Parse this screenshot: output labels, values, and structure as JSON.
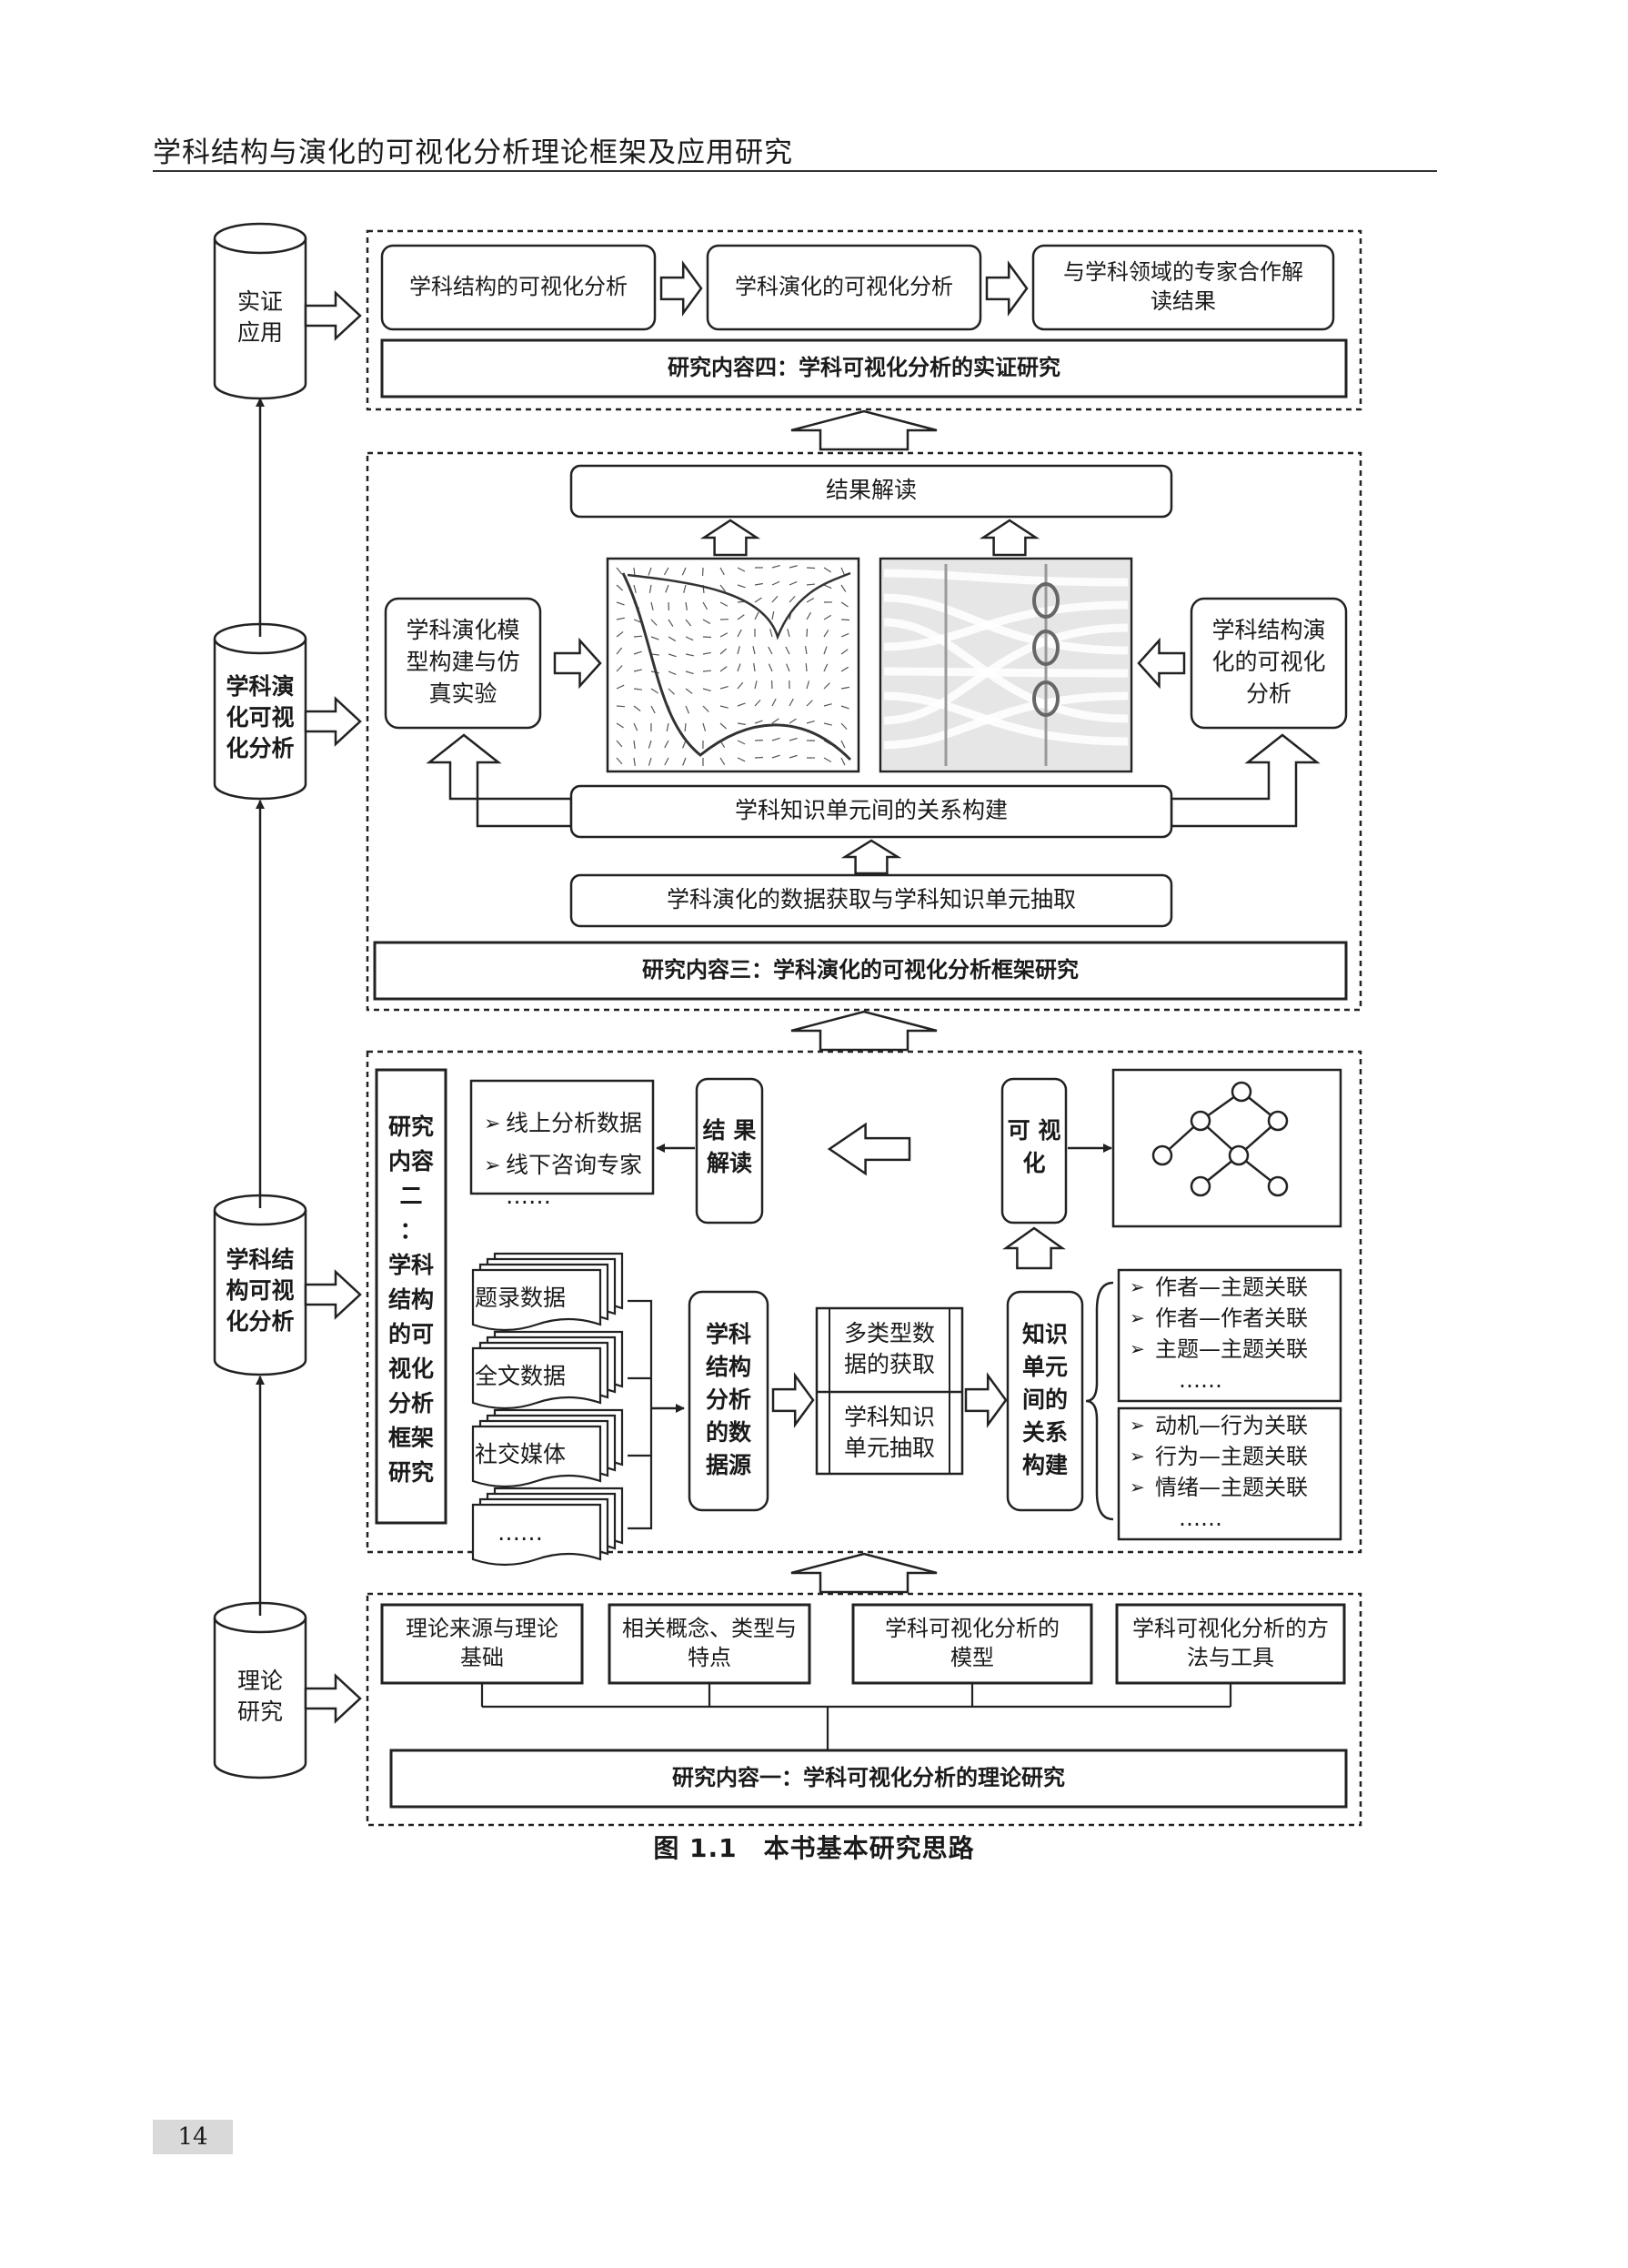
{
  "running_head": "学科结构与演化的可视化分析理论框架及应用研究",
  "caption": "图 1.1　本书基本研究思路",
  "page_number": "14",
  "left_cylinders": [
    [
      "实证",
      "应用"
    ],
    [
      "学科演",
      "化可视",
      "化分析"
    ],
    [
      "学科结",
      "构可视",
      "化分析"
    ],
    [
      "理论",
      "研究"
    ]
  ],
  "section4": {
    "steps": [
      [
        "学科结构的可视化分析"
      ],
      [
        "学科演化的可视化分析"
      ],
      [
        "与学科领域的专家合作解",
        "读结果"
      ]
    ],
    "title": "研究内容四：学科可视化分析的实证研究"
  },
  "section3": {
    "result": "结果解读",
    "left_box": [
      "学科演化模",
      "型构建与仿",
      "真实验"
    ],
    "right_box": [
      "学科结构演",
      "化的可视化",
      "分析"
    ],
    "relation": "学科知识单元间的关系构建",
    "extraction": "学科演化的数据获取与学科知识单元抽取",
    "title": "研究内容三：学科演化的可视化分析框架研究"
  },
  "section2": {
    "side_title": [
      "研究",
      "内容",
      "二",
      "：",
      "学科",
      "结构",
      "的可",
      "视化",
      "分析",
      "框架",
      "研究"
    ],
    "feedback": [
      "线上分析数据",
      "线下咨询专家",
      "……"
    ],
    "result_box": [
      "结 果",
      "解读"
    ],
    "vis_box": [
      "可 视",
      "化"
    ],
    "sources": [
      "题录数据",
      "全文数据",
      "社交媒体",
      "……"
    ],
    "source_box": [
      "学科",
      "结构",
      "分析",
      "的数",
      "据源"
    ],
    "acquire": [
      "多类型数",
      "据的获取"
    ],
    "extract": [
      "学科知识",
      "单元抽取"
    ],
    "relation_box": [
      "知识",
      "单元",
      "间的",
      "关系",
      "构建"
    ],
    "relations_a": [
      "作者—主题关联",
      "作者—作者关联",
      "主题—主题关联",
      "……"
    ],
    "relations_b": [
      "动机—行为关联",
      "行为—主题关联",
      "情绪—主题关联",
      "……"
    ]
  },
  "section1": {
    "items": [
      [
        "理论来源与理论",
        "基础"
      ],
      [
        "相关概念、类型与",
        "特点"
      ],
      [
        "学科可视化分析的",
        "模型"
      ],
      [
        "学科可视化分析的方",
        "法与工具"
      ]
    ],
    "title": "研究内容一：学科可视化分析的理论研究"
  }
}
